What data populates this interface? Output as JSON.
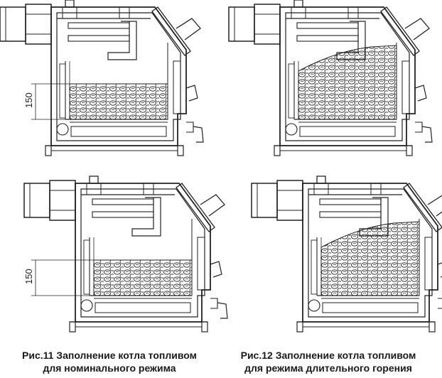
{
  "diagrams": [
    {
      "id": "fig11-top",
      "dimension_label": "150",
      "fuel_fill": "nominal"
    },
    {
      "id": "fig12-top",
      "dimension_label": "",
      "fuel_fill": "long-burning"
    },
    {
      "id": "fig11-bottom",
      "dimension_label": "150",
      "fuel_fill": "nominal"
    },
    {
      "id": "fig12-bottom",
      "dimension_label": "",
      "fuel_fill": "long-burning"
    }
  ],
  "captions": {
    "left": {
      "line1": "Рис.11 Заполнение котла топливом",
      "line2": "для номинального режима"
    },
    "right": {
      "line1": "Рис.12 Заполнение котла топливом",
      "line2": "для режима длительного горения"
    }
  },
  "colors": {
    "line": "#222222",
    "background": "#ffffff"
  }
}
